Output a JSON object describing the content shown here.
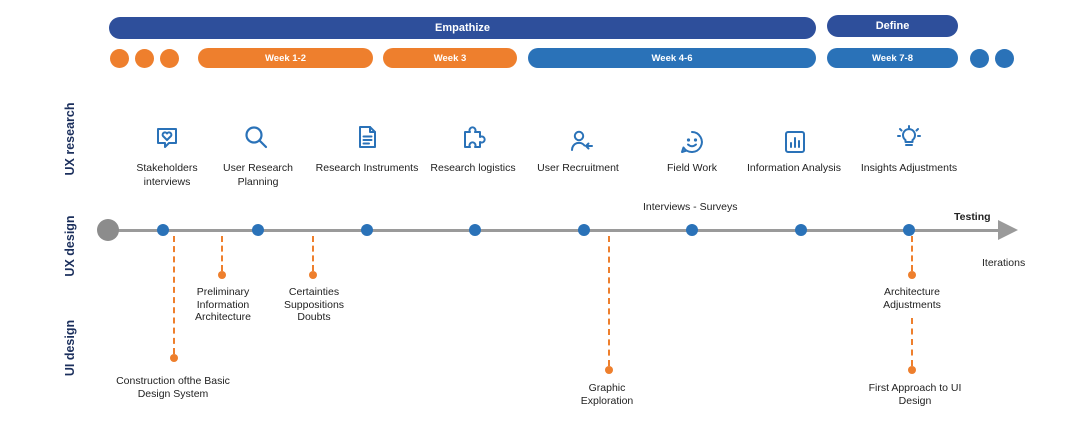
{
  "phases": {
    "empathize": "Empathize",
    "define": "Define"
  },
  "weeks": {
    "w12": "Week  1-2",
    "w3": "Week  3",
    "w46": "Week  4-6",
    "w78": "Week  7-8"
  },
  "colors": {
    "phase": "#2e4f9b",
    "orange": "#ee7f2d",
    "blue": "#2a72b8",
    "axis": "#9a9a9a",
    "row_label": "#1b2f5c"
  },
  "rows": {
    "ux_research": "UX research",
    "ux_design": "UX design",
    "ui_design": "UI design"
  },
  "steps": [
    {
      "icon": "heart-chat-icon",
      "label": "Stakeholders interviews"
    },
    {
      "icon": "magnifier-icon",
      "label": "User Research Planning"
    },
    {
      "icon": "document-icon",
      "label": "Research Instruments"
    },
    {
      "icon": "puzzle-icon",
      "label": "Research logistics"
    },
    {
      "icon": "user-recruit-icon",
      "label": "User Recruitment"
    },
    {
      "icon": "smiley-icon",
      "label": "Field Work"
    },
    {
      "icon": "bar-chart-icon",
      "label": "Information Analysis"
    },
    {
      "icon": "lightbulb-icon",
      "label": "Insights Adjustments"
    }
  ],
  "annotations": {
    "interviews": "Interviews - Surveys",
    "testing": "Testing",
    "iterations": "Iterations"
  },
  "branches": {
    "construction": "Construction ofthe Basic Design System",
    "preliminary": "Preliminary Information Architecture",
    "certainties": "Certainties Suppositions Doubts",
    "graphic": "Graphic Exploration",
    "architecture": "Architecture Adjustments",
    "first_approach": "First Approach to UI Design"
  }
}
